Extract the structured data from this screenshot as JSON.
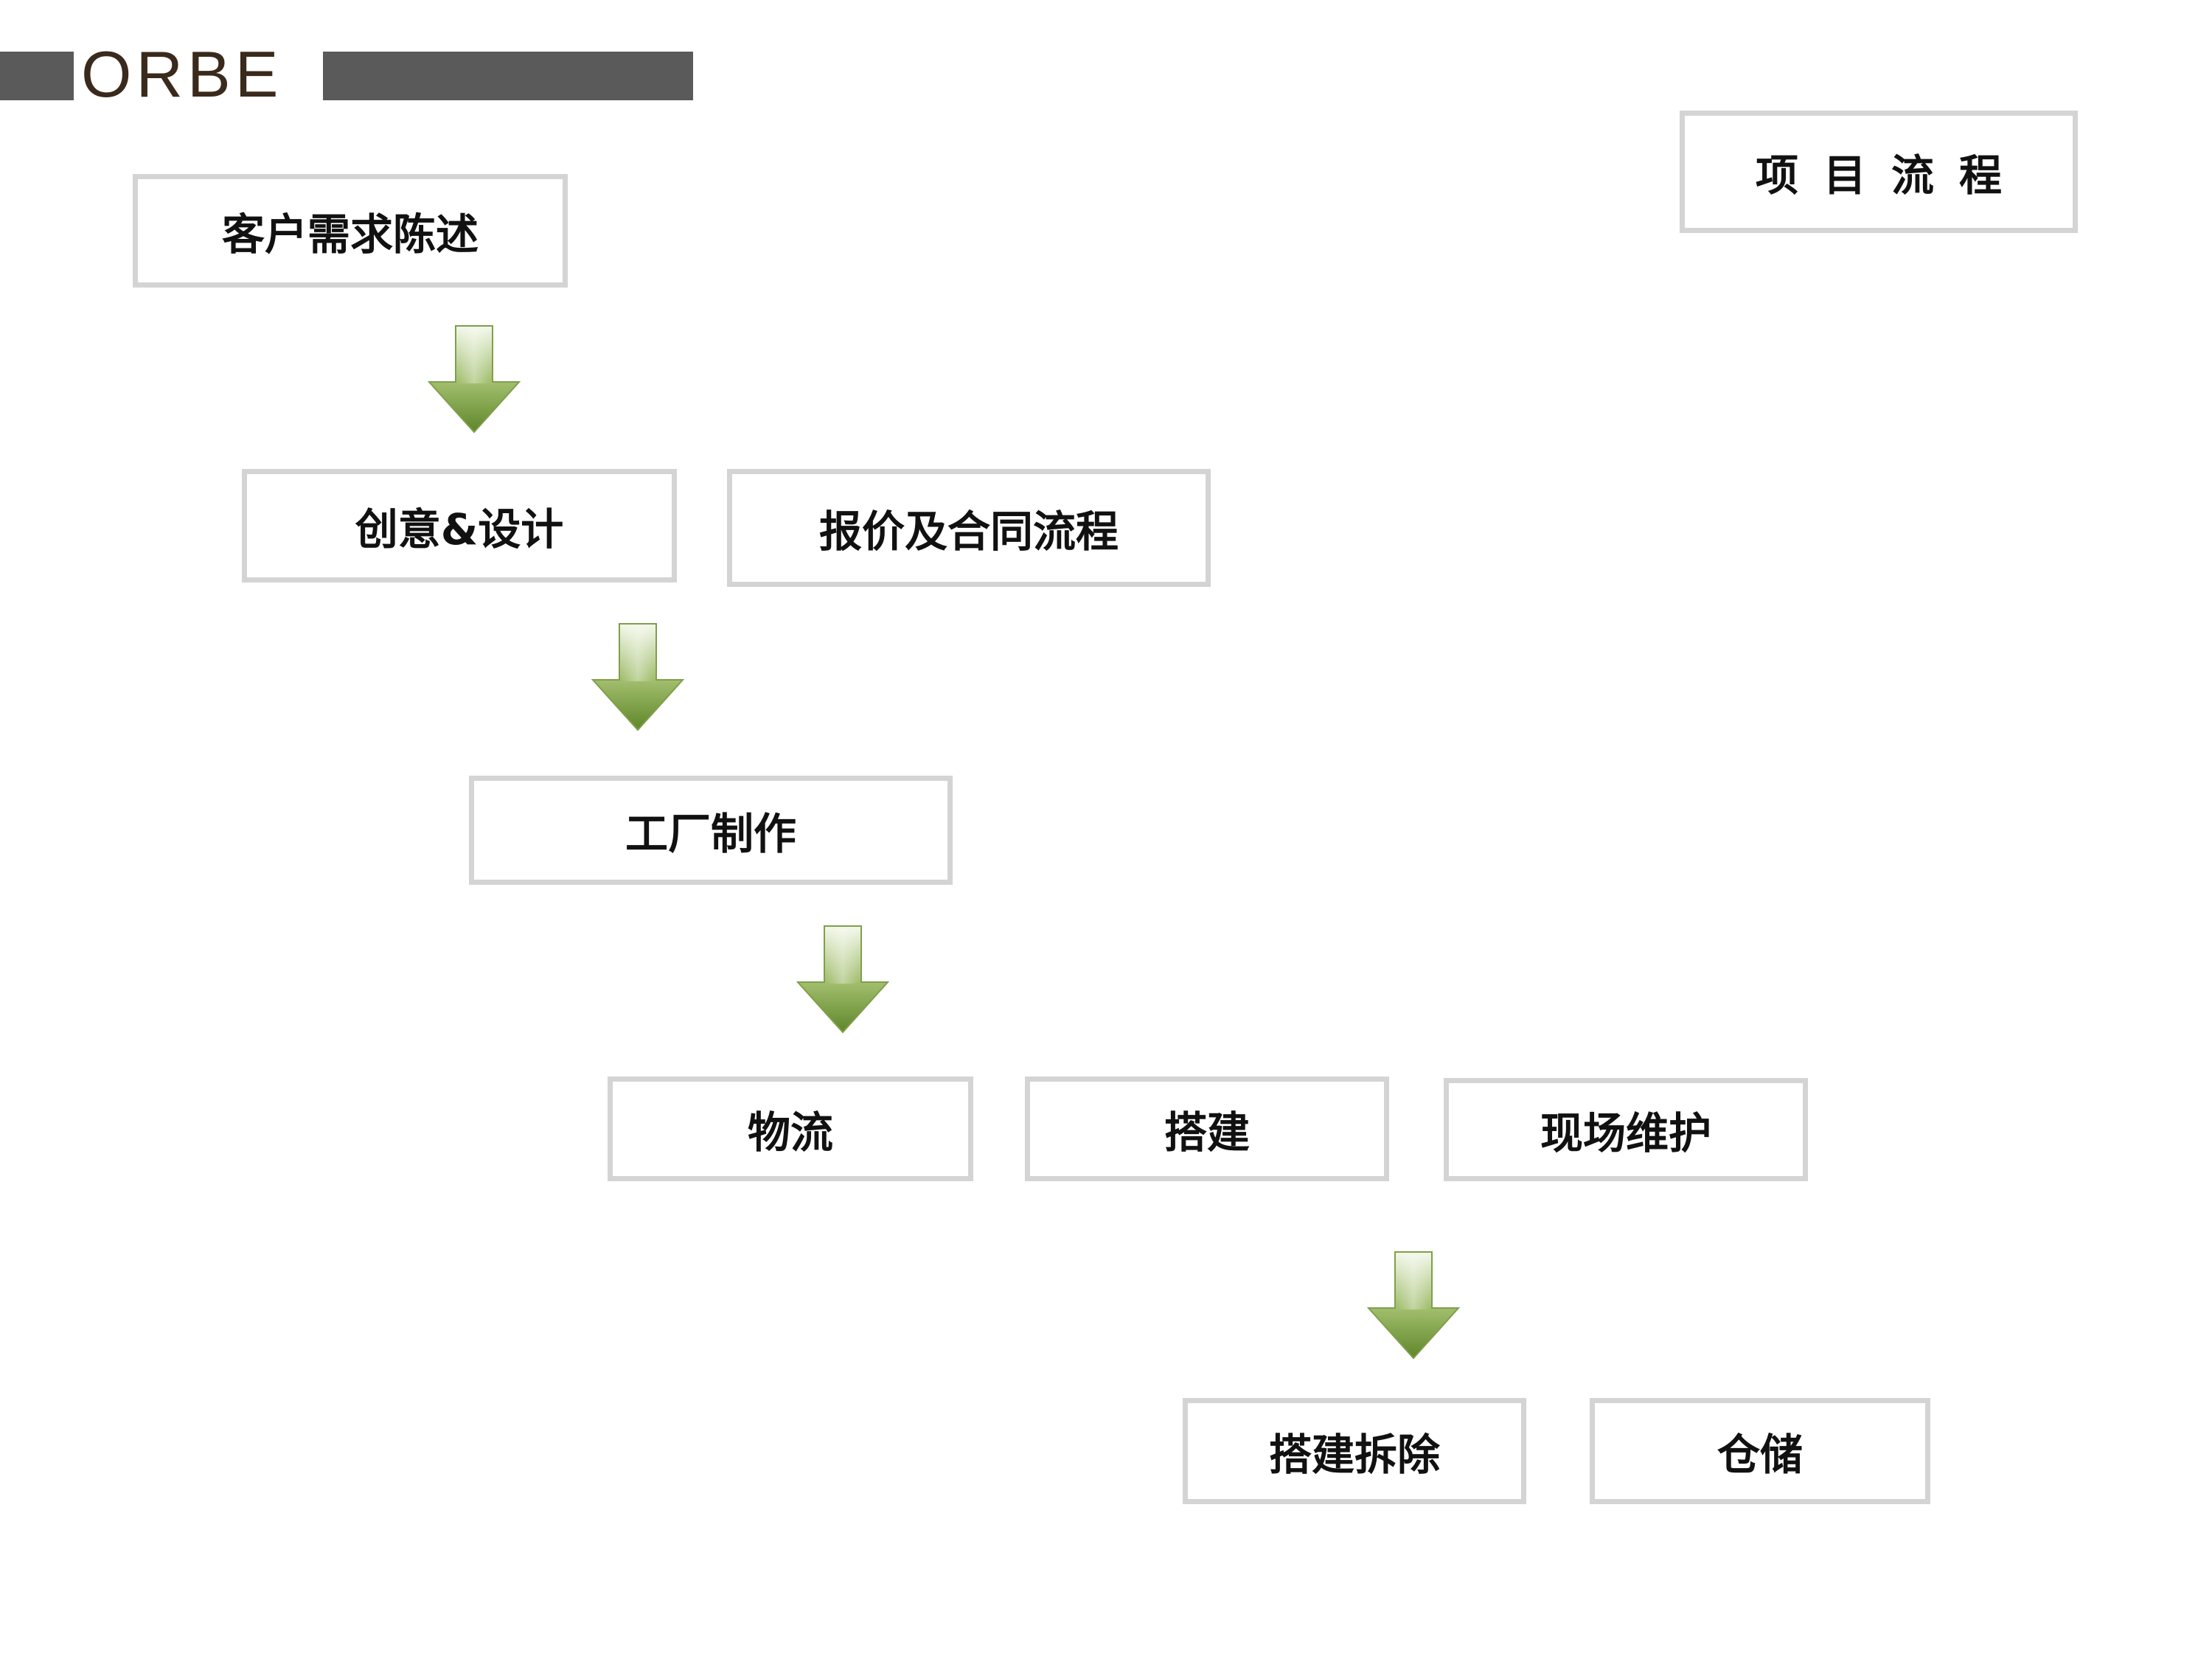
{
  "header": {
    "logo_text": "ORBE"
  },
  "title": "项目流程",
  "steps": {
    "client_needs": "客户需求陈述",
    "creative_design": "创意&设计",
    "quote_contract": "报价及合同流程",
    "factory_production": "工厂制作",
    "logistics": "物流",
    "setup": "搭建",
    "onsite_maintenance": "现场维护",
    "dismantle": "搭建拆除",
    "storage": "仓储"
  },
  "colors": {
    "header_bar": "#5a5a5a",
    "logo": "#3a2a1c",
    "box_border": "#d4d4d4",
    "arrow_dark": "#6b8f2f",
    "arrow_light": "#e6efd6"
  },
  "icons": {
    "flow_arrow": "down-arrow-icon"
  }
}
